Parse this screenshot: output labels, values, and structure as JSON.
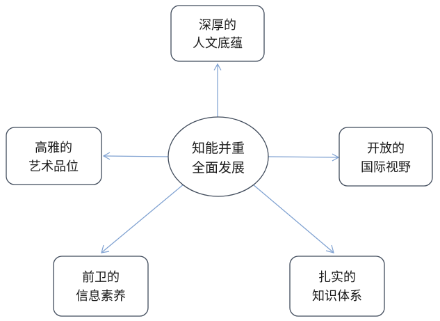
{
  "center": {
    "line1": "知能并重",
    "line2": "全面发展"
  },
  "nodes": {
    "top": {
      "line1": "深厚的",
      "line2": "人文底蕴"
    },
    "left": {
      "line1": "高雅的",
      "line2": "艺术品位"
    },
    "right": {
      "line1": "开放的",
      "line2": "国际视野"
    },
    "bottom_left": {
      "line1": "前卫的",
      "line2": "信息素养"
    },
    "bottom_right": {
      "line1": "扎实的",
      "line2": "知识体系"
    }
  },
  "colors": {
    "connector": "#7c9fd0",
    "border": "#3f4a5a",
    "text": "#1a1a1a"
  }
}
